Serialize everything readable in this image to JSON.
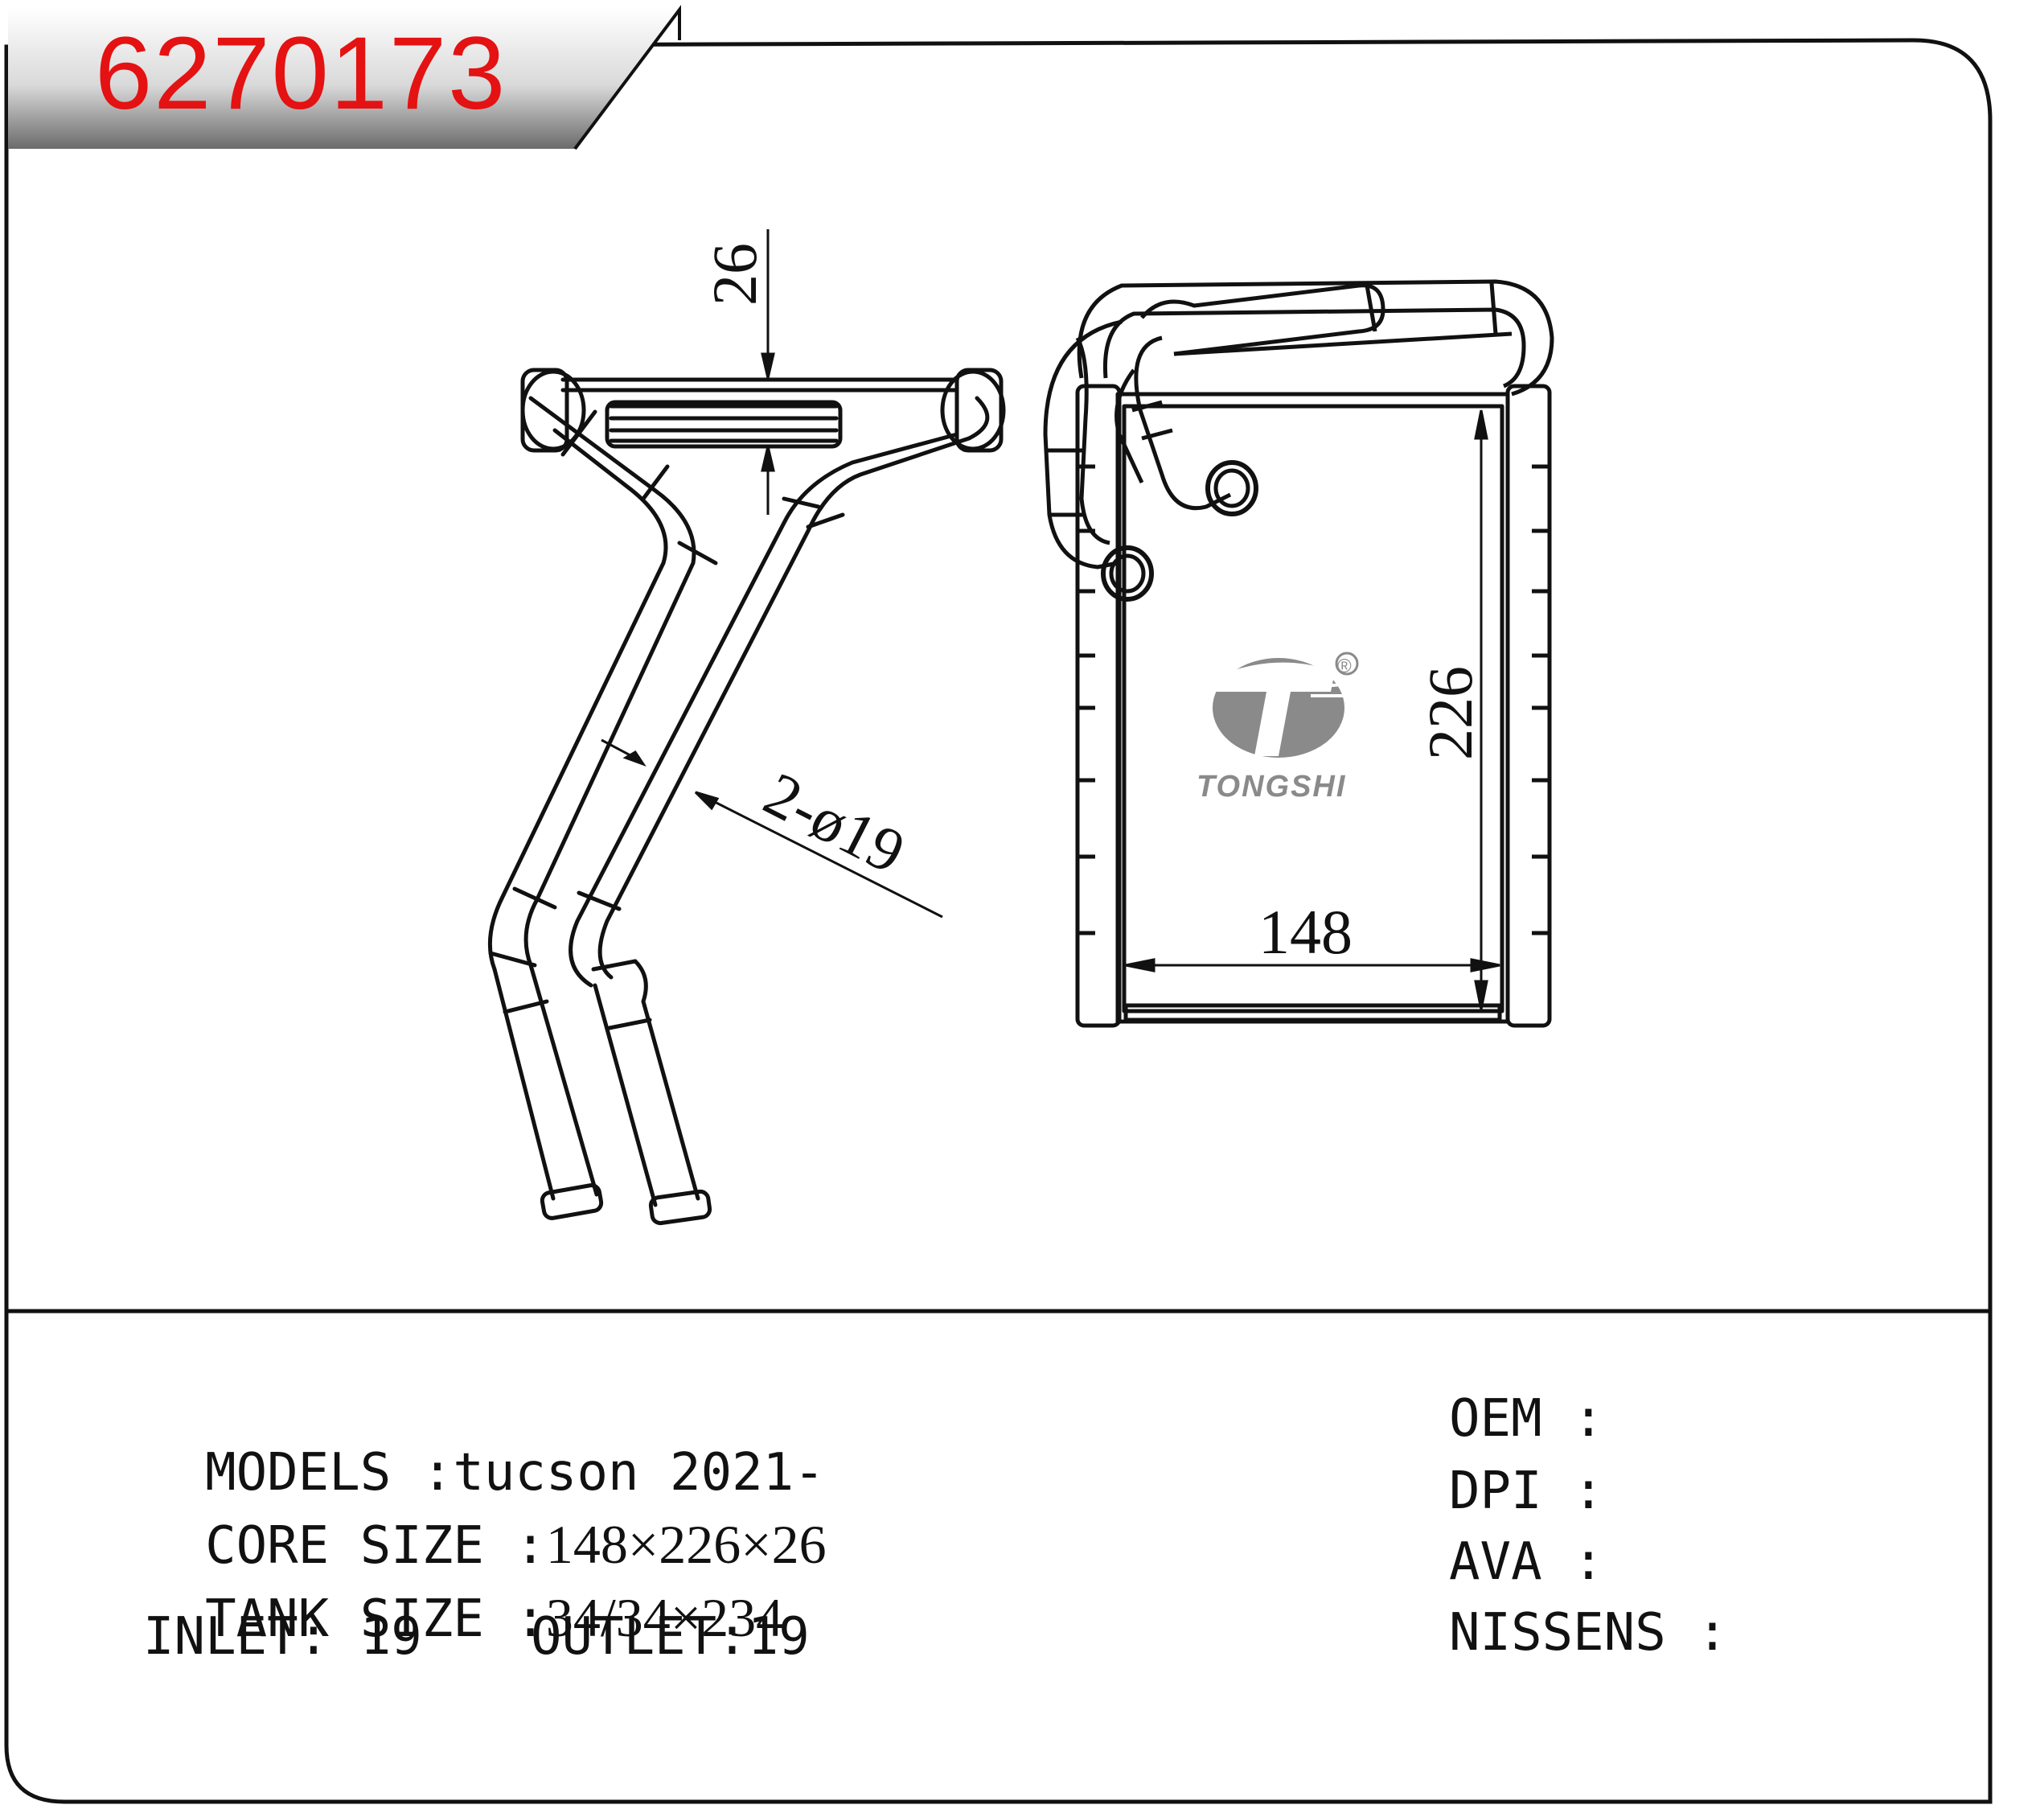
{
  "part_number": "6270173",
  "colors": {
    "part_number": "#e41212",
    "line": "#111111",
    "logo_gray": "#8a8a8a"
  },
  "drawing": {
    "dim_depth": "26",
    "dim_height": "226",
    "dim_width": "148",
    "dim_pipe": "2-ø19",
    "logo_text": "TONGSHI",
    "logo_mark": "®"
  },
  "specs": {
    "models_label": "MODELS :",
    "models_value": "tucson 2021-",
    "core_label": "CORE SIZE :",
    "core_value": "148×226×26",
    "tank_label": "TANK SIZE :",
    "tank_value": "34/34×234",
    "inlet_label": "INLET: 19",
    "outlet_label": "OUTLET:19"
  },
  "references": {
    "oem_label": "OEM :",
    "dpi_label": "DPI :",
    "ava_label": "AVA :",
    "nissens_label": "NISSENS :"
  }
}
